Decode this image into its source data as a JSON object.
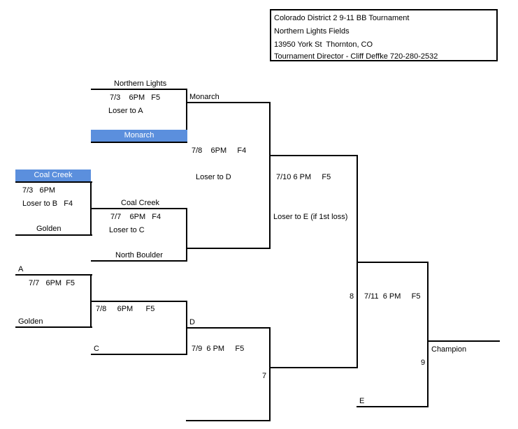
{
  "header": {
    "line1": "Colorado District 2 9-11 BB Tournament",
    "line2": "Northern Lights Fields",
    "line3": "13950 York St  Thornton, CO",
    "line4": "Tournament Director - Cliff Deffke 720-280-2532"
  },
  "colors": {
    "highlight": "#5b8fdd"
  },
  "game_a": {
    "team1": "Coal Creek",
    "info": "7/3   6PM",
    "loser": "Loser to B   F4",
    "team2": "Golden"
  },
  "game_b": {
    "team1": "Northern Lights",
    "info": "7/3    6PM   F5",
    "loser": "Loser to A",
    "team2": "Monarch"
  },
  "game_c": {
    "team1": "Coal Creek",
    "info": "7/7    6PM   F4",
    "loser": "Loser to C",
    "team2": "North Boulder"
  },
  "game_d": {
    "winner": "Monarch",
    "info": "7/8    6PM     F4",
    "loser": "Loser to D"
  },
  "game_e": {
    "info": "7/10 6 PM     F5",
    "loser": "Loser to E (if 1st loss)"
  },
  "game_f": {
    "team1": "A",
    "info": "7/7   6PM  F5",
    "team2": "Golden"
  },
  "game_g": {
    "info": "7/8     6PM      F5",
    "team2": "C"
  },
  "game_h": {
    "team1": "D",
    "info": "7/9  6 PM     F5",
    "number": "7"
  },
  "game_i": {
    "info": "7/11  6 PM     F5",
    "number": "8"
  },
  "final": {
    "team2": "E",
    "number": "9",
    "champion": "Champion"
  }
}
